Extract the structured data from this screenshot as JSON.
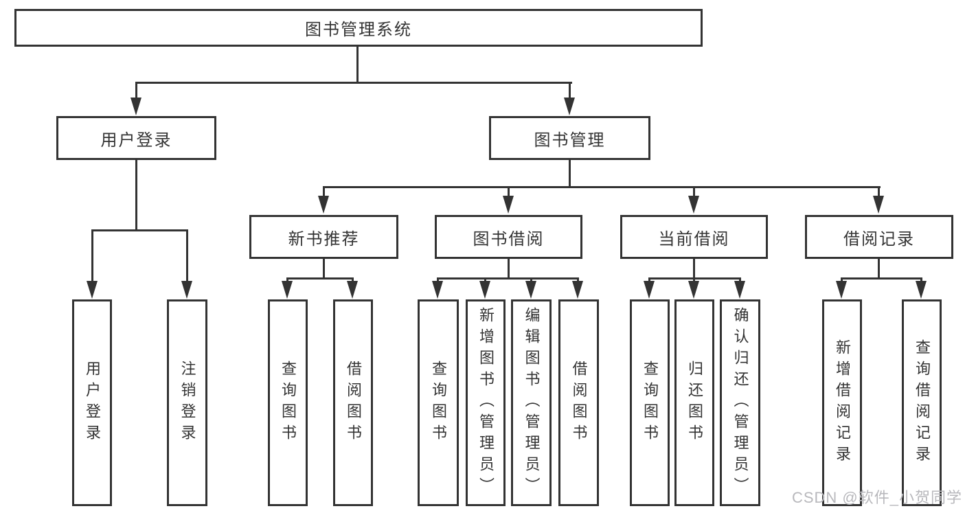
{
  "colors": {
    "line": "#333333",
    "box_border": "#333333",
    "text": "#333333",
    "watermark": "#b8b8bc",
    "background": "#ffffff"
  },
  "watermark": {
    "text": "CSDN @软件_小贺同学"
  },
  "nodes": {
    "root": "图书管理系统",
    "level2": [
      "用户登录",
      "图书管理"
    ],
    "level3": [
      "新书推荐",
      "图书借阅",
      "当前借阅",
      "借阅记录"
    ],
    "leaves_login": [
      "用户登录",
      "注销登录"
    ],
    "leaves_newbook": [
      "查询图书",
      "借阅图书"
    ],
    "leaves_borrow": [
      "查询图书",
      "新增图书（管理员）",
      "编辑图书（管理员）",
      "借阅图书"
    ],
    "leaves_current": [
      "查询图书",
      "归还图书",
      "确认归还（管理员）"
    ],
    "leaves_records": [
      "新增借阅记录",
      "查询借阅记录"
    ]
  }
}
